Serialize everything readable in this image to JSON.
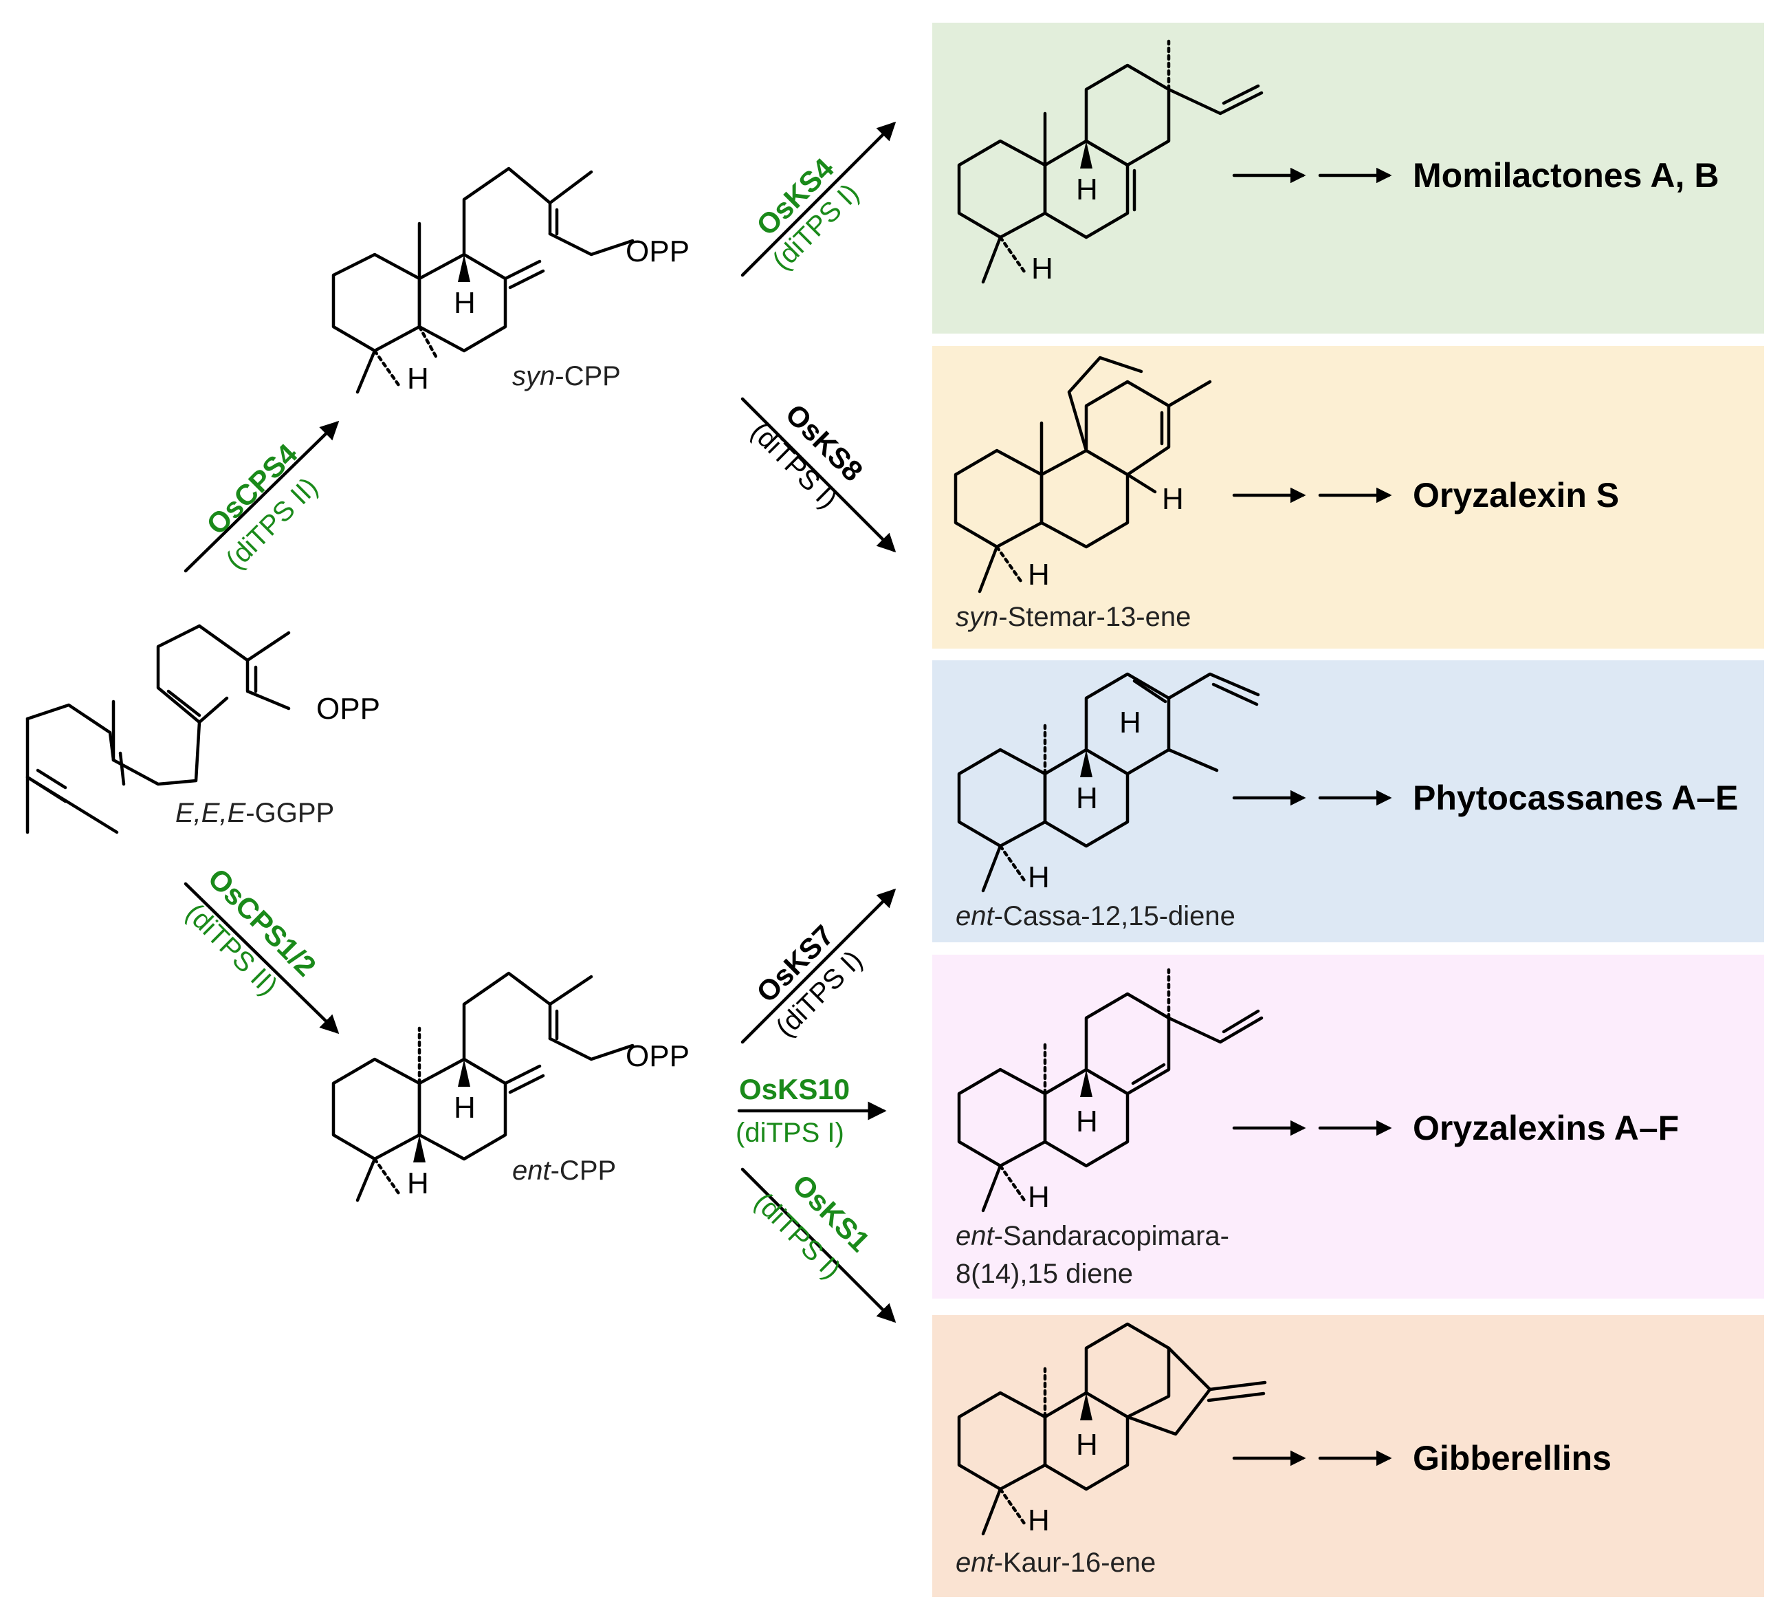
{
  "colors": {
    "box_green": "#e2eedb",
    "box_yellow": "#fcefd3",
    "box_blue": "#dde8f4",
    "box_pink": "#fcedfc",
    "box_peach": "#fae3d2",
    "enzyme_green": "#1a8a1a",
    "enzyme_black": "#000000"
  },
  "compounds": {
    "ggpp": {
      "prefix": "E,E,E",
      "suffix": "-GGPP"
    },
    "syn_cpp": {
      "prefix": "syn",
      "suffix": "-CPP"
    },
    "ent_cpp": {
      "prefix": "ent",
      "suffix": "-CPP"
    },
    "syn_stemarene": {
      "prefix": "syn",
      "suffix": "-Stemar-13-ene"
    },
    "ent_cassadiene": {
      "prefix": "ent",
      "suffix": "-Cassa-12,15-diene"
    },
    "ent_sandaracopimaradiene": {
      "prefix": "ent",
      "suffix": "-Sandaracopimara-",
      "line2": "8(14),15 diene"
    },
    "ent_kaurene": {
      "prefix": "ent",
      "suffix": "-Kaur-16-ene"
    }
  },
  "atoms": {
    "opp": "OPP",
    "h": "H"
  },
  "enzymes": {
    "oscps4": {
      "name": "OsCPS4",
      "class": "(diTPS II)"
    },
    "oscps12": {
      "name": "OsCPS1/2",
      "class": "(diTPS II)"
    },
    "osks4": {
      "name": "OsKS4",
      "class": "(diTPS I)"
    },
    "osks8": {
      "name": "OsKS8",
      "class": "(diTPS I)"
    },
    "osks7": {
      "name": "OsKS7",
      "class": "(diTPS I)"
    },
    "osks10": {
      "name": "OsKS10",
      "class": "(diTPS I)"
    },
    "osks1": {
      "name": "OsKS1",
      "class": "(diTPS I)"
    }
  },
  "products": {
    "momilactones": "Momilactones A, B",
    "oryzalexin_s": "Oryzalexin S",
    "phytocassanes": "Phytocassanes A–E",
    "oryzalexins": "Oryzalexins A–F",
    "gibberellins": "Gibberellins"
  }
}
